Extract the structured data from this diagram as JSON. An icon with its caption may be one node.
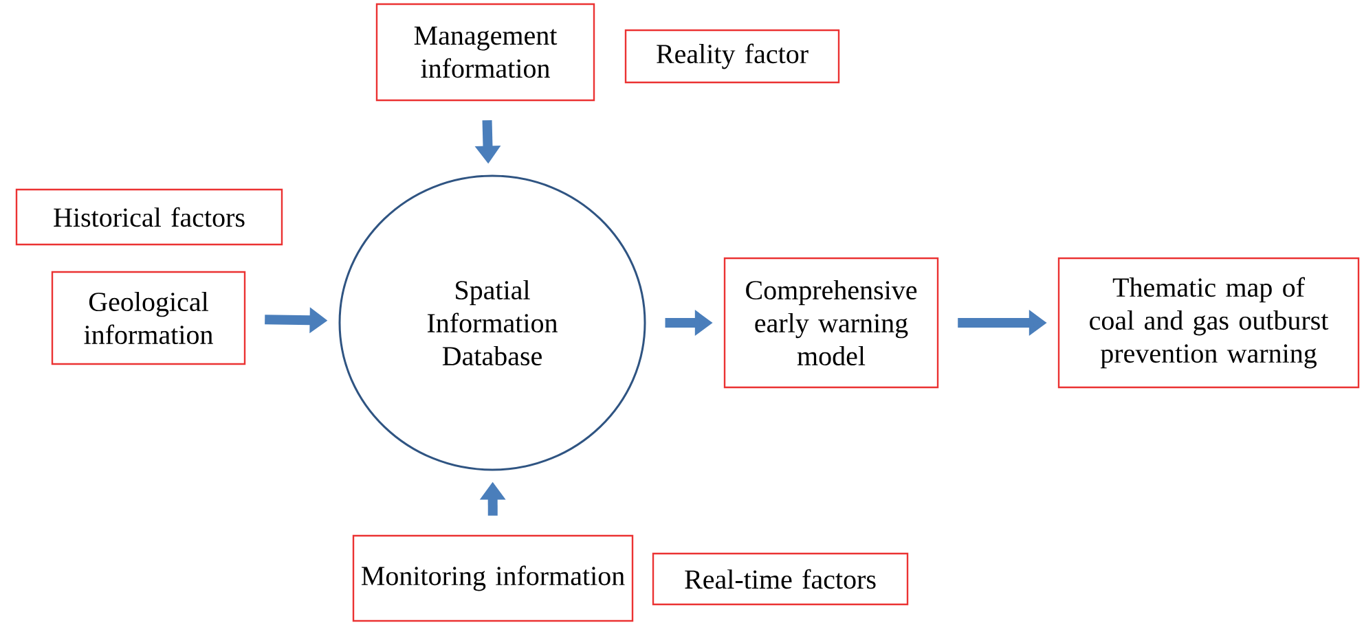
{
  "diagram": {
    "nodes": [
      {
        "text": [
          "Management information"
        ]
      },
      {
        "text": [
          "Reality factor"
        ]
      },
      {
        "text": [
          "Historical factors"
        ]
      },
      {
        "text": [
          "Geological information"
        ]
      },
      {
        "text": [
          "Spatial Information Database"
        ]
      },
      {
        "text": [
          "Comprehensive early warning model"
        ]
      },
      {
        "text": [
          "Thematic map of coal and gas outburst prevention warning"
        ]
      },
      {
        "text": [
          "Monitoring information"
        ]
      },
      {
        "text": [
          "Real-time factors"
        ]
      }
    ],
    "edges": [
      {
        "from": 0,
        "to": 4,
        "arrow": "to"
      },
      {
        "from": 3,
        "to": 4,
        "arrow": "to"
      },
      {
        "from": 7,
        "to": 4,
        "arrow": "to"
      },
      {
        "from": 4,
        "to": 5,
        "arrow": "to"
      },
      {
        "from": 5,
        "to": 6,
        "arrow": "to"
      }
    ]
  }
}
